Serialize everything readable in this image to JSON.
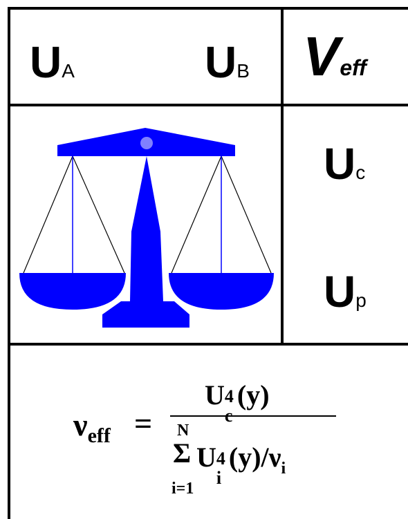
{
  "header": {
    "left": {
      "main": "U",
      "left_sub": "A",
      "right_main": "U",
      "right_sub": "B"
    },
    "right": {
      "main": "V",
      "sub": "eff"
    }
  },
  "middle": {
    "uc": {
      "main": "U",
      "sub": "c"
    },
    "up": {
      "main": "U",
      "sub": "p"
    }
  },
  "formula": {
    "lhs": "ν",
    "lhs_sub": "eff",
    "equals": "=",
    "num_main": "U",
    "num_sup": "4",
    "num_sub": "c",
    "num_arg": "(y)",
    "den_sum": "Σ",
    "den_sum_top": "N",
    "den_sum_bottom": "i=1",
    "den_main": "U",
    "den_sup": "4",
    "den_sub": "i",
    "den_arg": "(y)",
    "den_slash": "/",
    "den_nu": "ν",
    "den_nu_sub": "i"
  },
  "colors": {
    "scale": "#0000ff",
    "lines": "#000000",
    "border": "#000000",
    "pivot": "#8080ff"
  }
}
